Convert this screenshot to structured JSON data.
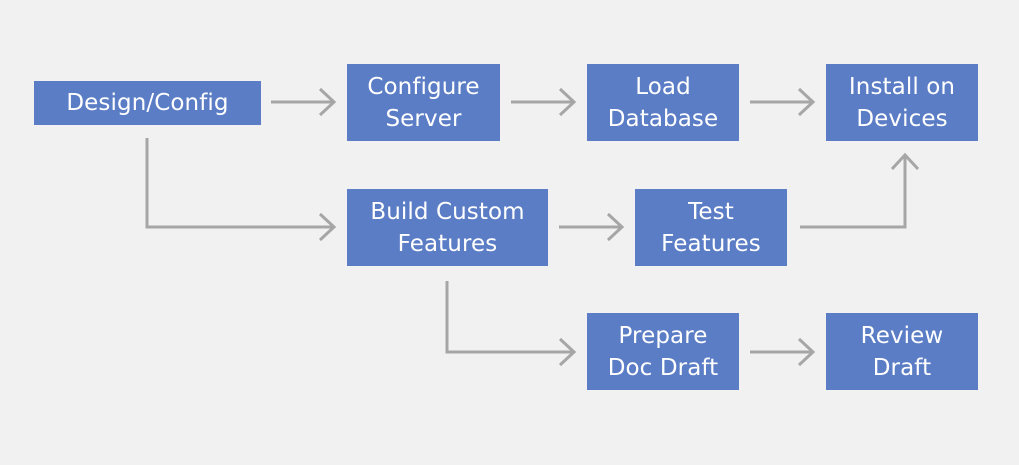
{
  "diagram": {
    "nodes": {
      "design_config": "Design/Config",
      "configure_server": "Configure\nServer",
      "load_database": "Load\nDatabase",
      "install_devices": "Install on\nDevices",
      "build_custom": "Build Custom\nFeatures",
      "test_features": "Test\nFeatures",
      "prepare_doc": "Prepare\nDoc Draft",
      "review_draft": "Review\nDraft"
    },
    "edges": [
      {
        "from": "design_config",
        "to": "configure_server"
      },
      {
        "from": "configure_server",
        "to": "load_database"
      },
      {
        "from": "load_database",
        "to": "install_devices"
      },
      {
        "from": "design_config",
        "to": "build_custom"
      },
      {
        "from": "build_custom",
        "to": "test_features"
      },
      {
        "from": "test_features",
        "to": "install_devices"
      },
      {
        "from": "build_custom",
        "to": "prepare_doc"
      },
      {
        "from": "prepare_doc",
        "to": "review_draft"
      }
    ],
    "colors": {
      "box_fill": "#5b7dc5",
      "box_text": "#ffffff",
      "arrow": "#a6a6a6",
      "background": "#f1f1f1"
    }
  }
}
